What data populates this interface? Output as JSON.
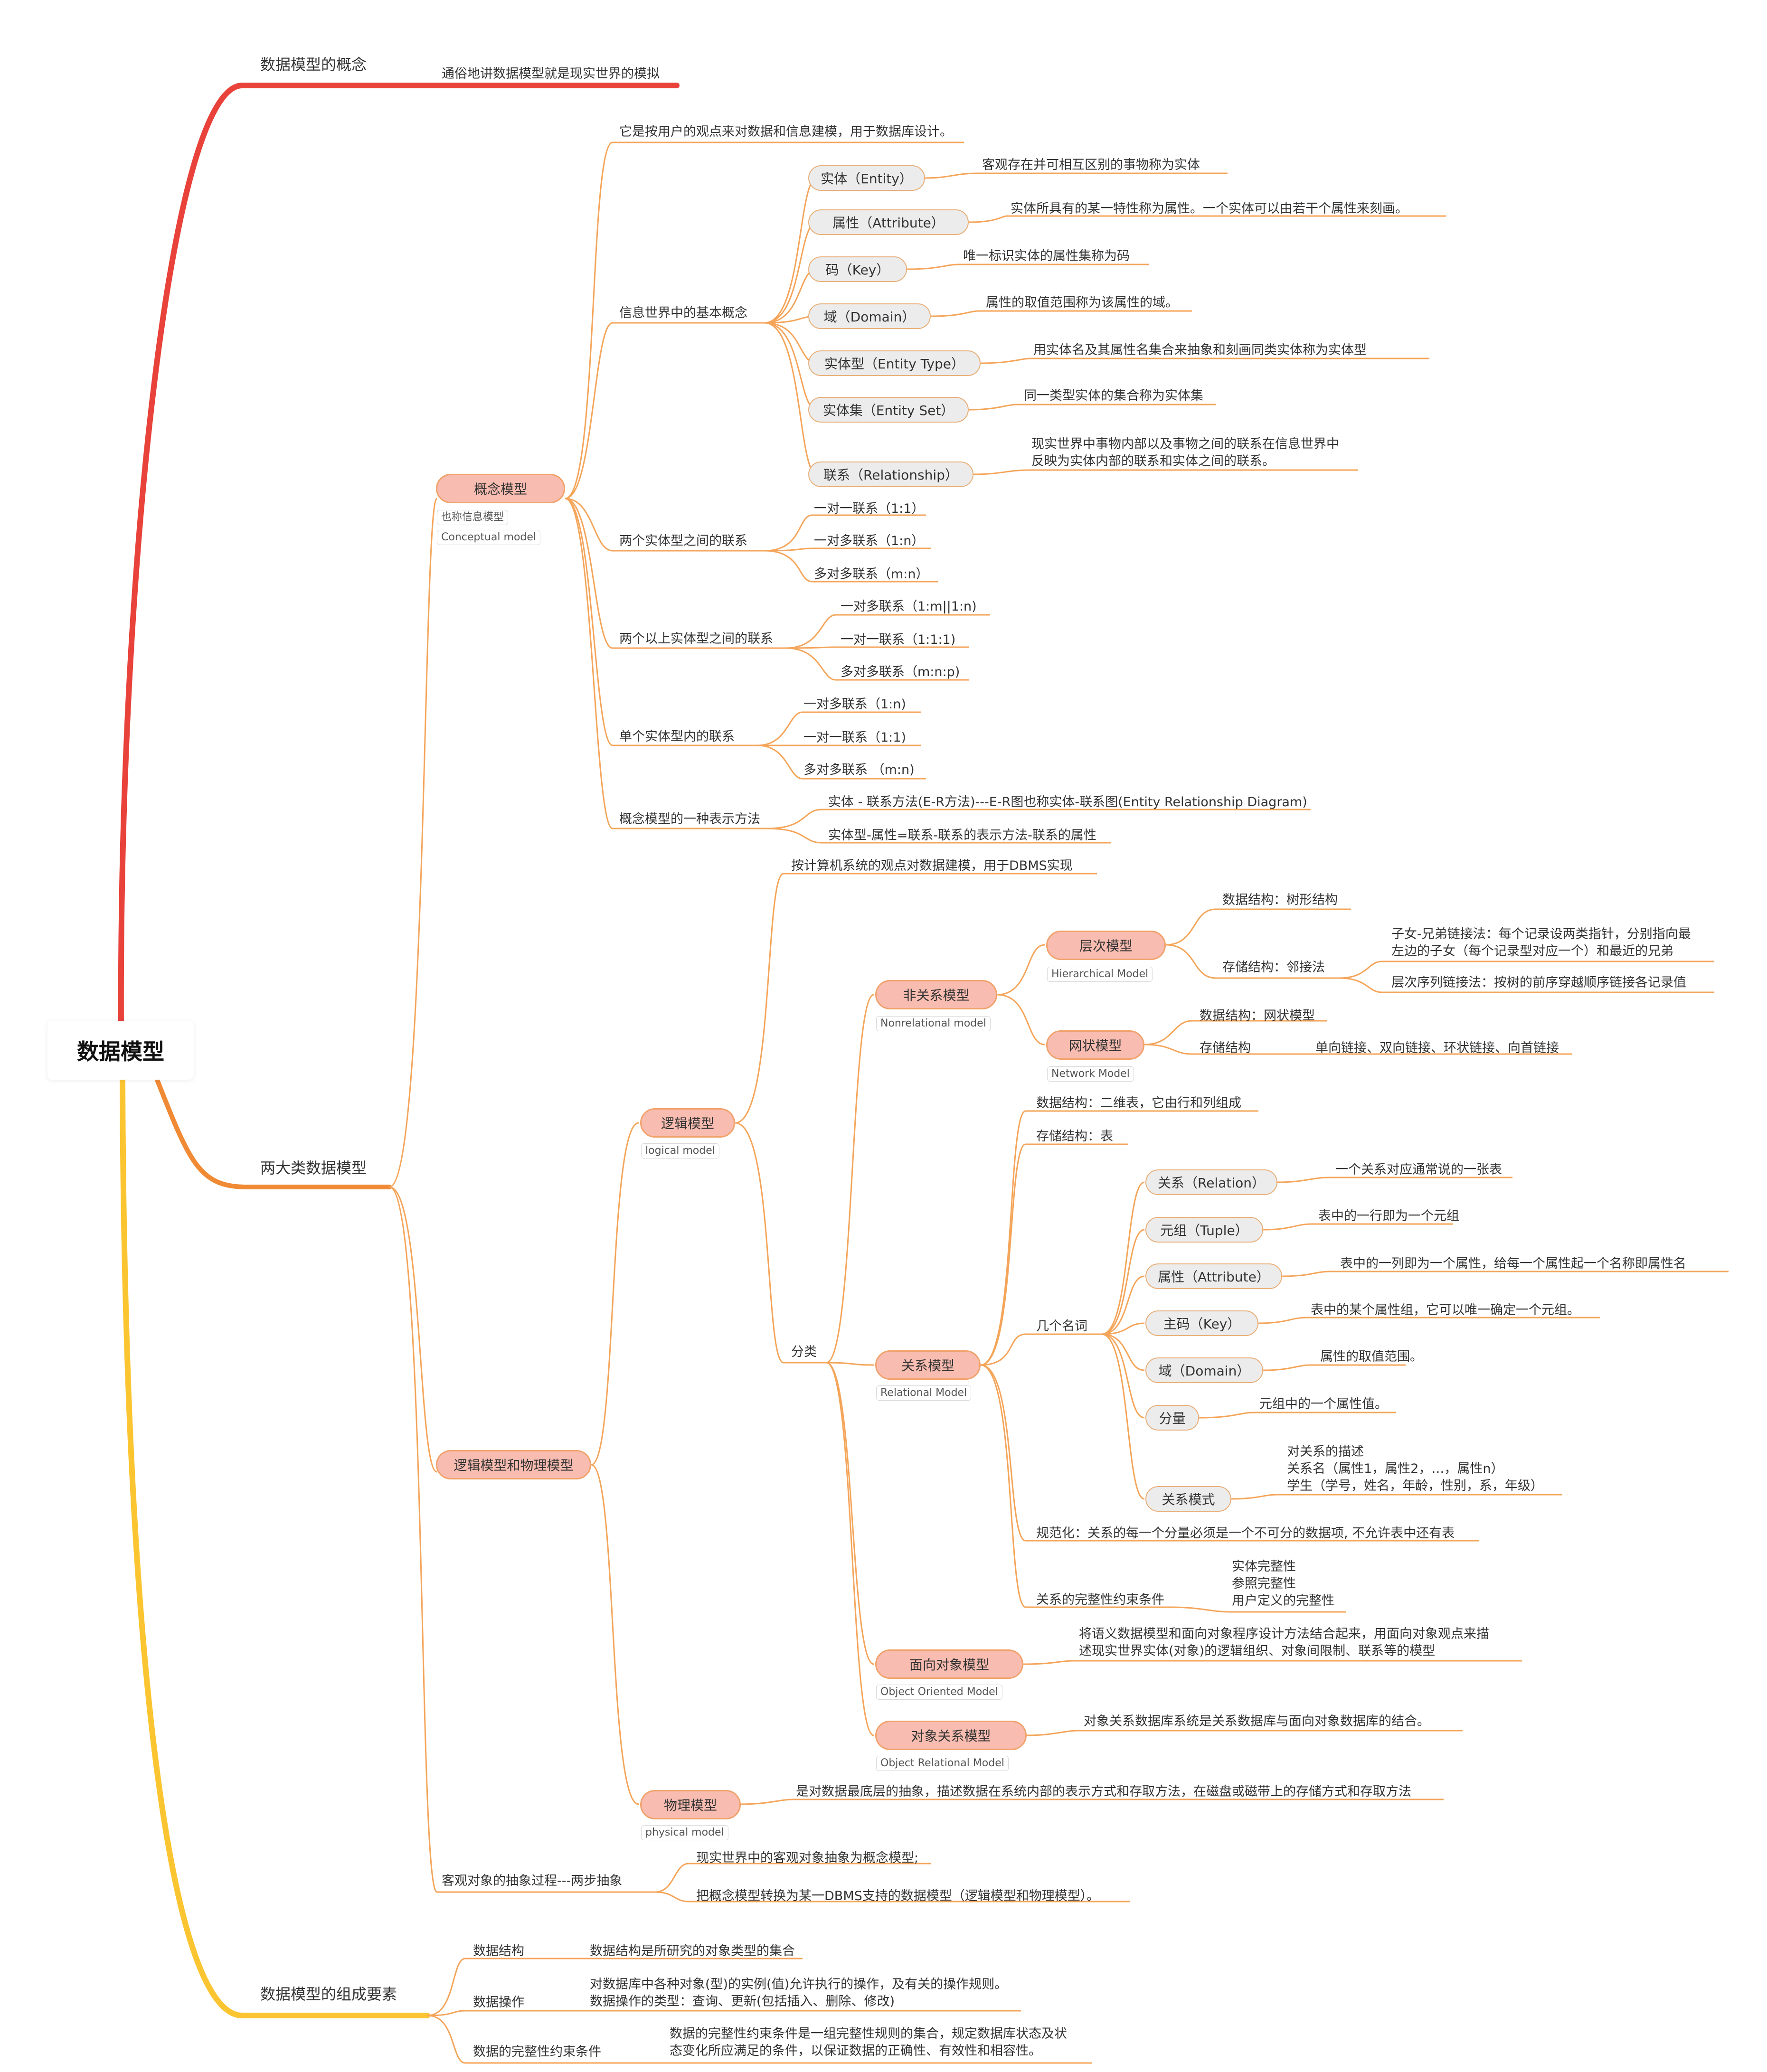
{
  "root": "数据模型",
  "branches": {
    "concept": {
      "label": "数据模型的概念",
      "desc": "通俗地讲数据模型就是现实世界的模拟"
    },
    "two_types": {
      "label": "两大类数据模型"
    },
    "components": {
      "label": "数据模型的组成要素"
    }
  },
  "conceptual": {
    "label": "概念模型",
    "tag1": "也称信息模型",
    "tag2": "Conceptual model",
    "desc": "它是按用户的观点来对数据和信息建模，用于数据库设计。",
    "info_world": {
      "label": "信息世界中的基本概念",
      "items": [
        {
          "name": "实体（Entity）",
          "desc": "客观存在并可相互区别的事物称为实体"
        },
        {
          "name": "属性（Attribute）",
          "desc": "实体所具有的某一特性称为属性。一个实体可以由若干个属性来刻画。"
        },
        {
          "name": "码（Key）",
          "desc": "唯一标识实体的属性集称为码"
        },
        {
          "name": "域（Domain）",
          "desc": "属性的取值范围称为该属性的域。"
        },
        {
          "name": "实体型（Entity Type）",
          "desc": "用实体名及其属性名集合来抽象和刻画同类实体称为实体型"
        },
        {
          "name": "实体集（Entity Set）",
          "desc": "同一类型实体的集合称为实体集"
        },
        {
          "name": "联系（Relationship）",
          "desc": "现实世界中事物内部以及事物之间的联系在信息世界中\n反映为实体内部的联系和实体之间的联系。"
        }
      ]
    },
    "two_entity": {
      "label": "两个实体型之间的联系",
      "items": [
        "一对一联系（1:1）",
        "一对多联系（1:n）",
        "多对多联系（m:n）"
      ]
    },
    "multi_entity": {
      "label": "两个以上实体型之间的联系",
      "items": [
        "一对多联系（1:m||1:n)",
        "一对一联系（1:1:1)",
        "多对多联系（m:n:p)"
      ]
    },
    "single_entity": {
      "label": "单个实体型内的联系",
      "items": [
        "一对多联系（1:n)",
        "一对一联系（1:1)",
        "多对多联系 （m:n)"
      ]
    },
    "er": {
      "label": "概念模型的一种表示方法",
      "items": [
        "实体 - 联系方法(E-R方法)---E-R图也称实体-联系图(Entity Relationship Diagram)",
        "实体型-属性=联系-联系的表示方法-联系的属性"
      ]
    }
  },
  "logphys": {
    "label": "逻辑模型和物理模型",
    "logical": {
      "label": "逻辑模型",
      "tag": "logical model",
      "desc": "按计算机系统的观点对数据建模，用于DBMS实现"
    },
    "classify": "分类",
    "nonrel": {
      "label": "非关系模型",
      "tag": "Nonrelational model"
    },
    "hier": {
      "label": "层次模型",
      "tag": "Hierarchical Model",
      "struct": "数据结构：树形结构",
      "storage": "存储结构：邻接法",
      "child_sibling": "子女-兄弟链接法：每个记录设两类指针，分别指向最\n左边的子女（每个记录型对应一个）和最近的兄弟",
      "seq": "层次序列链接法：按树的前序穿越顺序链接各记录值"
    },
    "net": {
      "label": "网状模型",
      "tag": "Network Model",
      "struct": "数据结构：网状模型",
      "storage": "存储结构",
      "storage_desc": "单向链接、双向链接、环状链接、向首链接"
    },
    "rel": {
      "label": "关系模型",
      "tag": "Relational Model",
      "struct": "数据结构：二维表，它由行和列组成",
      "storage": "存储结构：表",
      "terms_label": "几个名词",
      "terms": [
        {
          "name": "关系（Relation）",
          "desc": "一个关系对应通常说的一张表"
        },
        {
          "name": "元组（Tuple）",
          "desc": "表中的一行即为一个元组"
        },
        {
          "name": "属性（Attribute）",
          "desc": "表中的一列即为一个属性，给每一个属性起一个名称即属性名"
        },
        {
          "name": "主码（Key）",
          "desc": "表中的某个属性组，它可以唯一确定一个元组。"
        },
        {
          "name": "域（Domain）",
          "desc": "属性的取值范围。"
        },
        {
          "name": "分量",
          "desc": "元组中的一个属性值。"
        },
        {
          "name": "关系模式",
          "desc": "对关系的描述\n关系名（属性1，属性2，…，属性n）\n学生（学号，姓名，年龄，性别，系，年级）"
        }
      ],
      "norm": "规范化：关系的每一个分量必须是一个不可分的数据项, 不允许表中还有表",
      "integrity_label": "关系的完整性约束条件",
      "integrity": "实体完整性\n参照完整性\n用户定义的完整性"
    },
    "oo": {
      "label": "面向对象模型",
      "tag": "Object Oriented Model",
      "desc": "将语义数据模型和面向对象程序设计方法结合起来，用面向对象观点来描\n述现实世界实体(对象)的逻辑组织、对象间限制、联系等的模型"
    },
    "orel": {
      "label": "对象关系模型",
      "tag": "Object Relational Model",
      "desc": "对象关系数据库系统是关系数据库与面向对象数据库的结合。"
    },
    "phys": {
      "label": "物理模型",
      "tag": "physical model",
      "desc": "是对数据最底层的抽象，描述数据在系统内部的表示方式和存取方法，在磁盘或磁带上的存储方式和存取方法"
    }
  },
  "abstraction": {
    "label": "客观对象的抽象过程---两步抽象",
    "items": [
      "现实世界中的客观对象抽象为概念模型;",
      "把概念模型转换为某一DBMS支持的数据模型（逻辑模型和物理模型）。"
    ]
  },
  "elements": {
    "structure": {
      "label": "数据结构",
      "desc": "数据结构是所研究的对象类型的集合"
    },
    "operation": {
      "label": "数据操作",
      "desc": "对数据库中各种对象(型)的实例(值)允许执行的操作，及有关的操作规则。\n数据操作的类型：查询、更新(包括插入、删除、修改)"
    },
    "integrity": {
      "label": "数据的完整性约束条件",
      "desc": "数据的完整性约束条件是一组完整性规则的集合，规定数据库状态及状\n态变化所应满足的条件，以保证数据的正确性、有效性和相容性。"
    }
  },
  "colors": {
    "branch_red": "#e8423a",
    "branch_orange": "#f08a35",
    "branch_yellow": "#fbc531",
    "line": "#f4a55a",
    "pill_red_bg": "#f8bcb0",
    "pill_grey_bg": "#ececec"
  }
}
